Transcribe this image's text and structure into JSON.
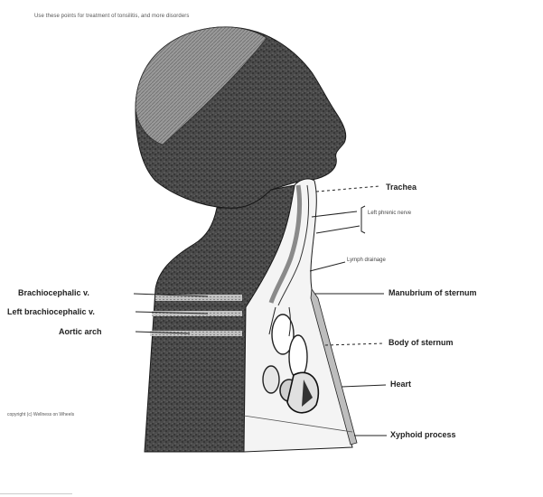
{
  "caption": "Use these points for treatment of tonsilitis, and more disorders",
  "copyright": "copyright (c) Wellness on Wheels",
  "labels": {
    "trachea": "Trachea",
    "left_phrenic_nerve": "Left phrenic nerve",
    "lymph_drainage": "Lymph drainage",
    "manubrium": "Manubrium of sternum",
    "body_of_sternum": "Body of sternum",
    "heart": "Heart",
    "xiphoid_process": "Xyphoid process",
    "brachiocephalic_v": "Brachiocephalic v.",
    "left_brachiocephalic_v": "Left brachiocephalic v.",
    "aortic_arch": "Aortic arch"
  },
  "colors": {
    "tissue_dark": "#3a3a3a",
    "tissue_light": "#8a8a8a",
    "ink": "#1a1a1a"
  }
}
